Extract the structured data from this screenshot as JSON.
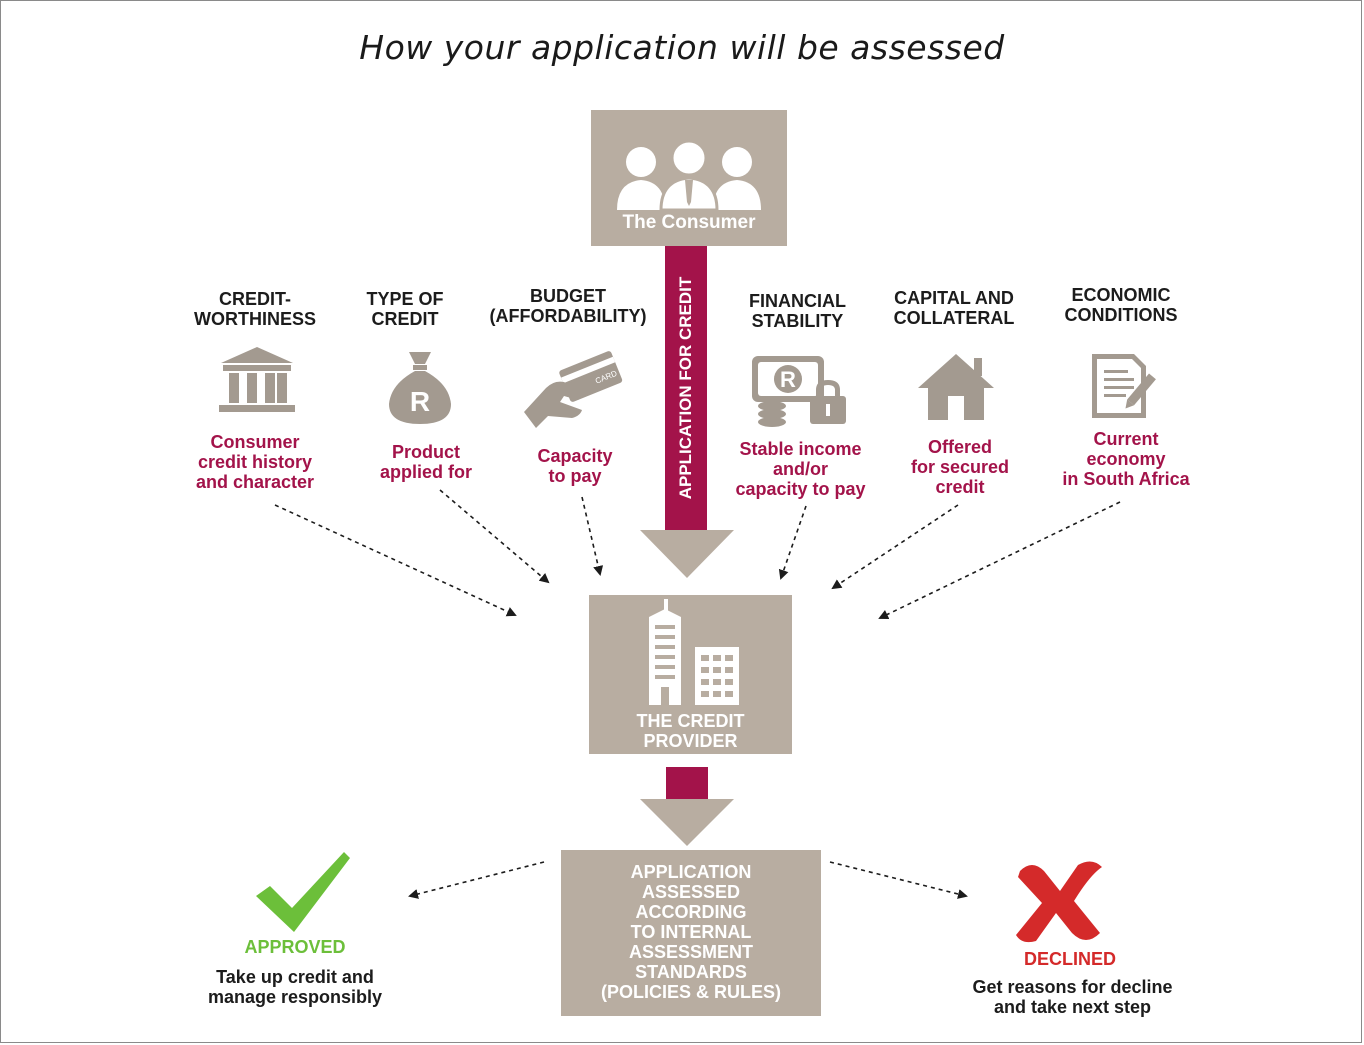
{
  "title": "How your application will be assessed",
  "consumer": {
    "label": "The Consumer"
  },
  "pipeline": {
    "label": "APPLICATION FOR CREDIT"
  },
  "factors": [
    {
      "heading": "CREDIT-\nWORTHINESS",
      "icon": "bank-icon",
      "detail": "Consumer\ncredit history\nand character"
    },
    {
      "heading": "TYPE OF\nCREDIT",
      "icon": "money-bag-icon",
      "detail": "Product\napplied for"
    },
    {
      "heading": "BUDGET\n(AFFORDABILITY)",
      "icon": "card-hand-icon",
      "detail": "Capacity\nto pay",
      "card_text": "CARD"
    },
    {
      "heading": "FINANCIAL\nSTABILITY",
      "icon": "secure-money-icon",
      "detail": "Stable income\nand/or\ncapacity to pay"
    },
    {
      "heading": "CAPITAL AND\nCOLLATERAL",
      "icon": "house-icon",
      "detail": "Offered\nfor secured\ncredit"
    },
    {
      "heading": "ECONOMIC\nCONDITIONS",
      "icon": "document-pen-icon",
      "detail": "Current\neconomy\nin South Africa"
    }
  ],
  "provider": {
    "label": "THE CREDIT\nPROVIDER"
  },
  "assessment": {
    "label": "APPLICATION\nASSESSED\nACCORDING\nTO INTERNAL\nASSESSMENT\nSTANDARDS\n(POLICIES & RULES)"
  },
  "approved": {
    "status": "APPROVED",
    "text": "Take up credit and\nmanage responsibly"
  },
  "declined": {
    "status": "DECLINED",
    "text": "Get reasons for decline\nand take next step"
  },
  "colors": {
    "box": "#b8ada1",
    "accent": "#a3134a",
    "approved": "#6cbf3a",
    "declined": "#d42a2a",
    "icon": "#a39a90"
  }
}
